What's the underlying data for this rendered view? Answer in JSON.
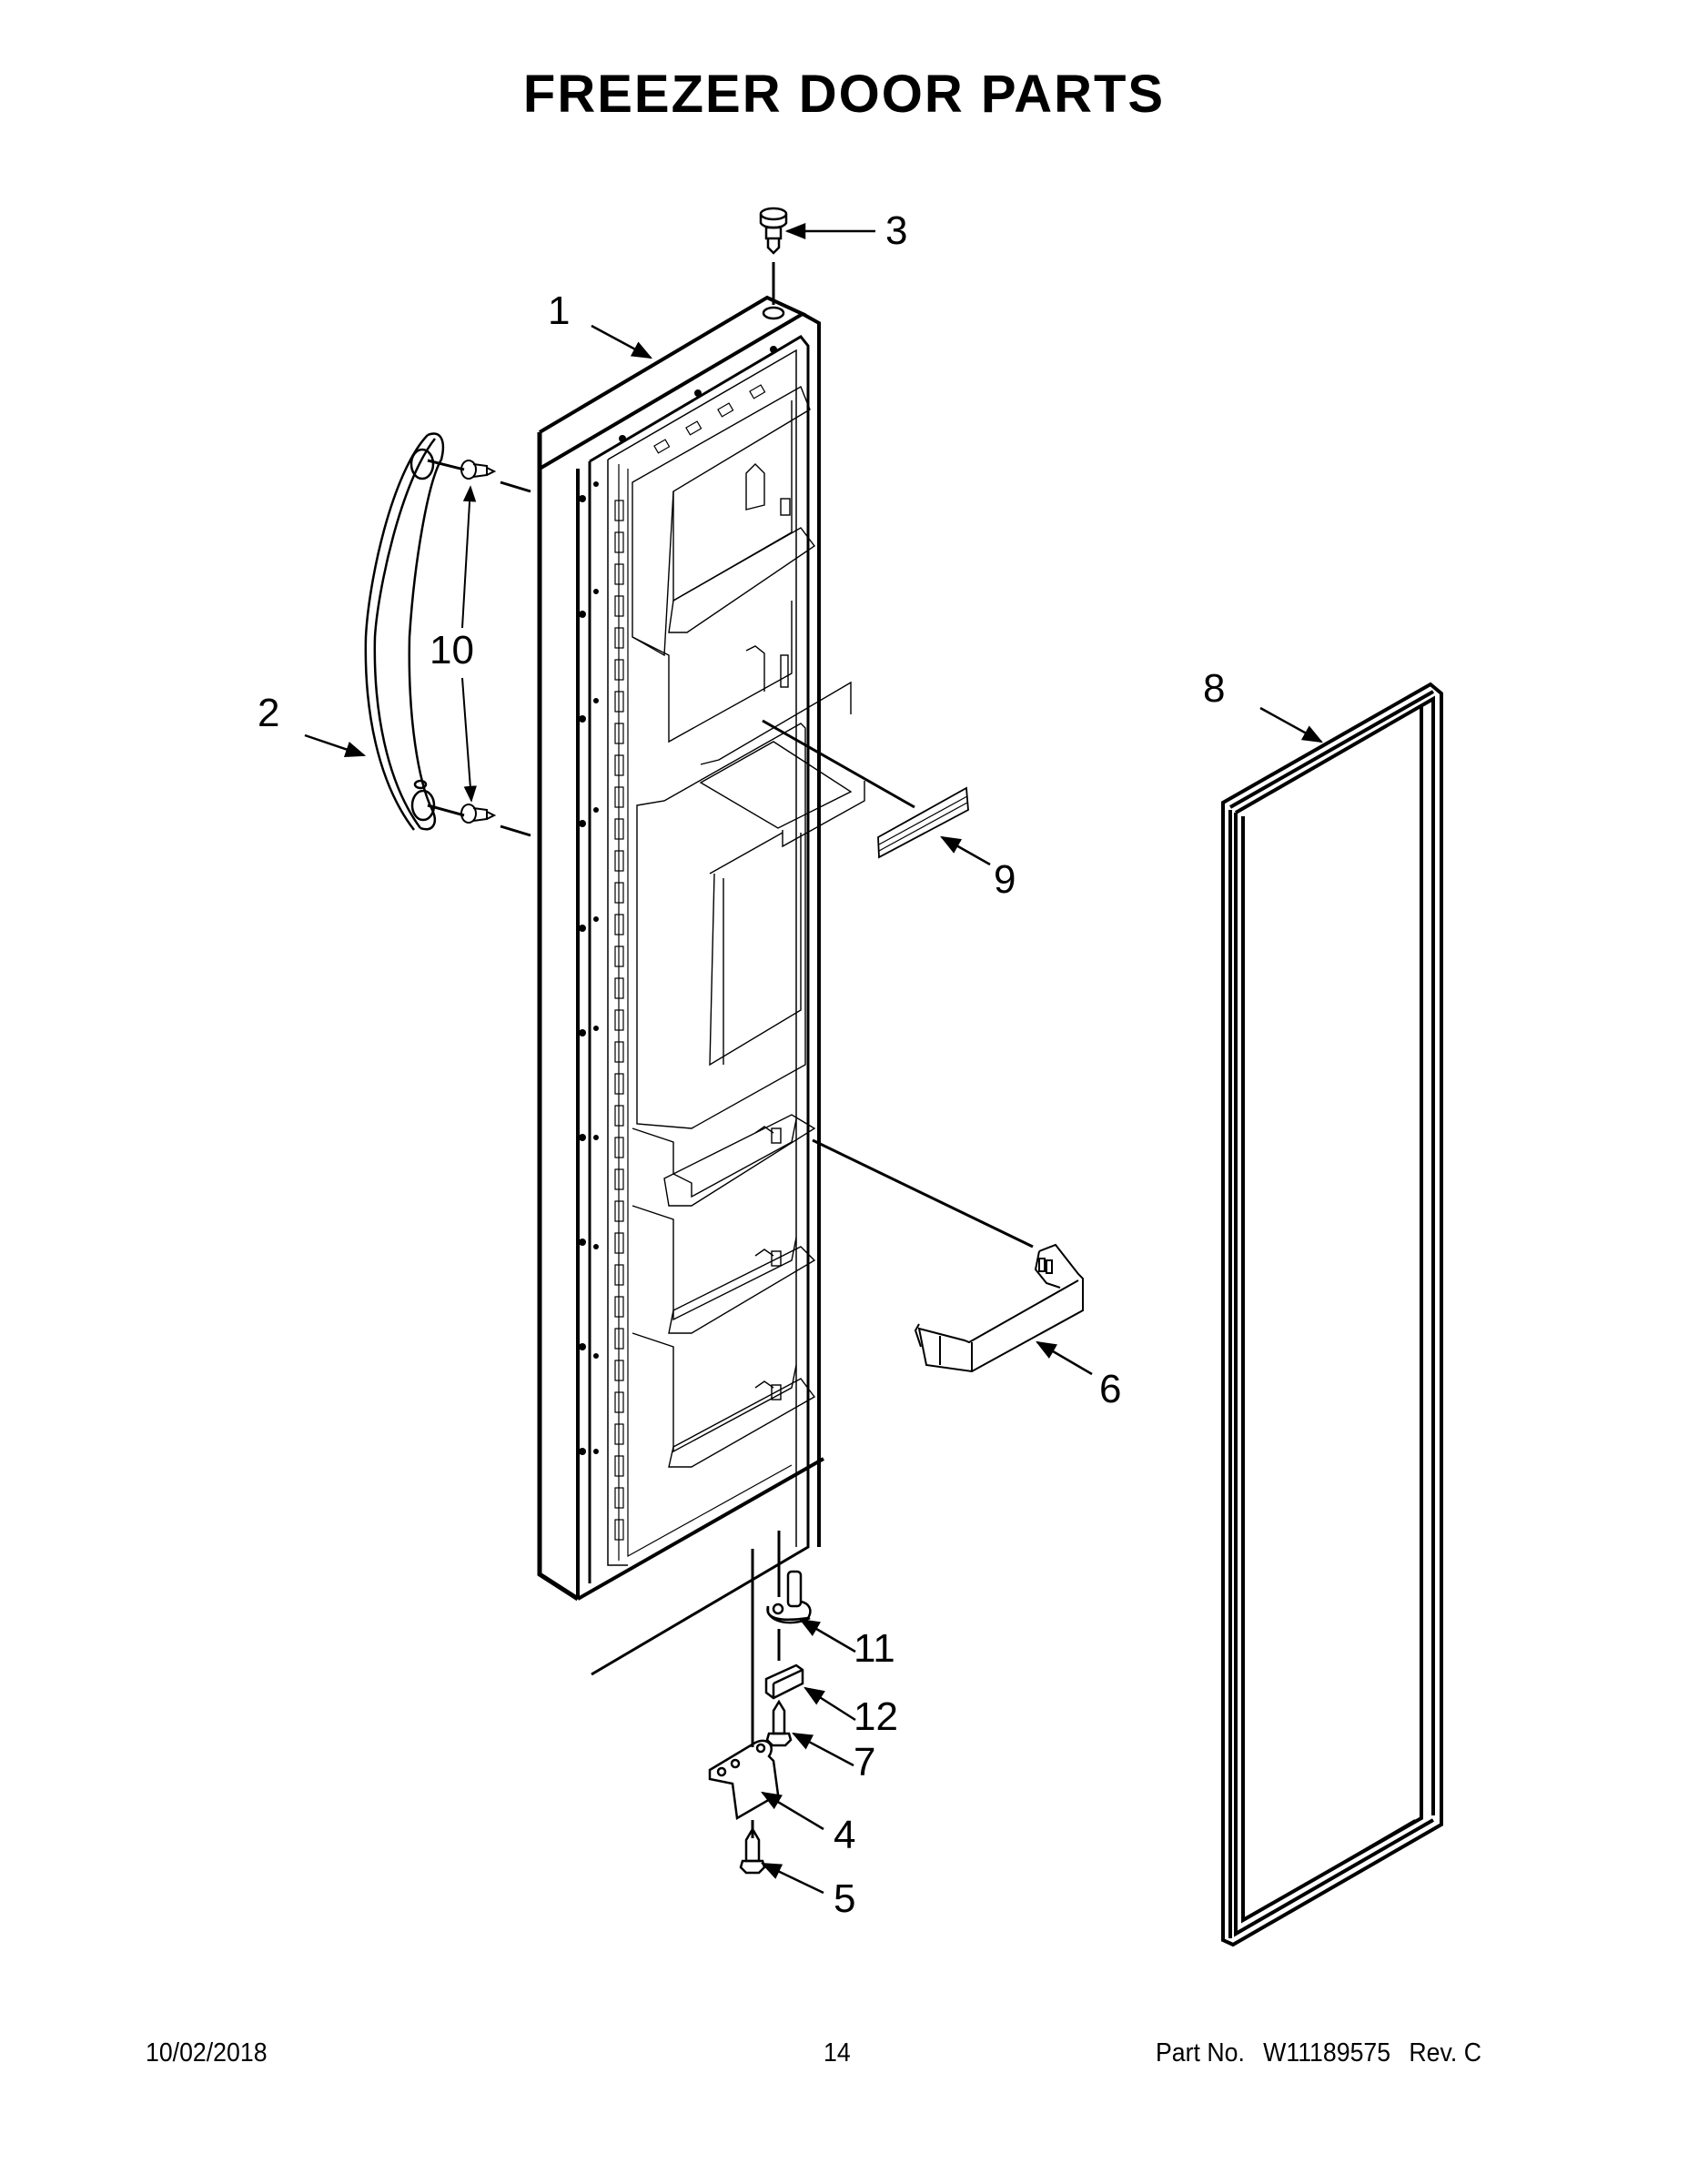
{
  "page": {
    "title": "FREEZER DOOR PARTS"
  },
  "callouts": [
    {
      "id": "1",
      "label": "1",
      "part": "freezer-door"
    },
    {
      "id": "2",
      "label": "2",
      "part": "door-handle"
    },
    {
      "id": "3",
      "label": "3",
      "part": "top-hinge-bushing"
    },
    {
      "id": "4",
      "label": "4",
      "part": "bottom-hinge"
    },
    {
      "id": "5",
      "label": "5",
      "part": "hinge-screw"
    },
    {
      "id": "6",
      "label": "6",
      "part": "door-bin"
    },
    {
      "id": "7",
      "label": "7",
      "part": "screw"
    },
    {
      "id": "8",
      "label": "8",
      "part": "door-gasket"
    },
    {
      "id": "9",
      "label": "9",
      "part": "dispenser-trim"
    },
    {
      "id": "10",
      "label": "10",
      "part": "handle-mounting-studs"
    },
    {
      "id": "11",
      "label": "11",
      "part": "door-closure-cam"
    },
    {
      "id": "12",
      "label": "12",
      "part": "stop-block"
    }
  ],
  "footer": {
    "date": "10/02/2018",
    "page_number": "14",
    "part_no_label": "Part No.",
    "part_no": "W11189575",
    "revision": "Rev. C"
  },
  "colors": {
    "line": "#000000",
    "background": "#ffffff"
  }
}
